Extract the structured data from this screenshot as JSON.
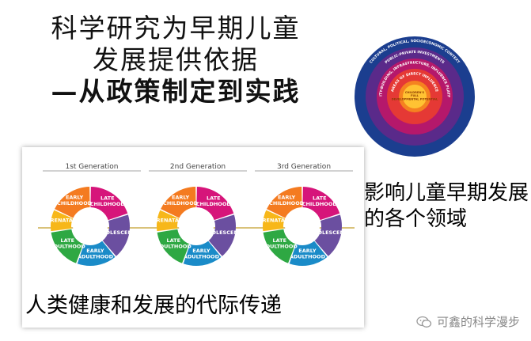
{
  "title": {
    "line1": "科学研究为早期儿童",
    "line2": "发展提供依据",
    "line3": "—从政策制定到实践"
  },
  "intergenerational": {
    "generations": [
      "1st Generation",
      "2nd Generation",
      "3rd Generation"
    ],
    "segments": {
      "early_childhood": "EARLY CHILDHOOD",
      "late_childhood": "LATE CHILDHOOD",
      "adolescence": "ADOLESCENCE",
      "prenatal": "PRENATAL",
      "late_adulthood": "LATE ADULTHOOD",
      "early_adulthood": "EARLY ADULTHOOD"
    },
    "colors": {
      "early_childhood": "#f47b20",
      "late_childhood": "#d6157a",
      "adolescence": "#6b4fa0",
      "prenatal": "#f7b719",
      "late_adulthood": "#2ea843",
      "early_adulthood": "#1a8bc8"
    },
    "caption": "人类健康和发展的代际传递"
  },
  "ecological": {
    "rings": [
      {
        "text": "CULTURAL, POLITICAL, SOCIOECONOMIC CONTEXT",
        "color": "#1b3e8f"
      },
      {
        "text": "PUBLIC-PRIVATE INVESTMENTS",
        "color": "#5a2a8a"
      },
      {
        "text": "CAPACITY-BUILDING, INFRASTRUCTURE, INFLUENCE PLATFORMS",
        "color": "#b5186b"
      },
      {
        "text": "AREAS OF DIRECT INFLUENCE",
        "color": "#e53935"
      },
      {
        "text": "CHILDREN'S FULL DEVELOPMENTAL POTENTIAL",
        "color": "#f58220"
      }
    ],
    "caption": "影响儿童早期发展的各个领域"
  },
  "watermark": {
    "text": "可鑫的科学漫步",
    "icon": "wechat-icon"
  }
}
